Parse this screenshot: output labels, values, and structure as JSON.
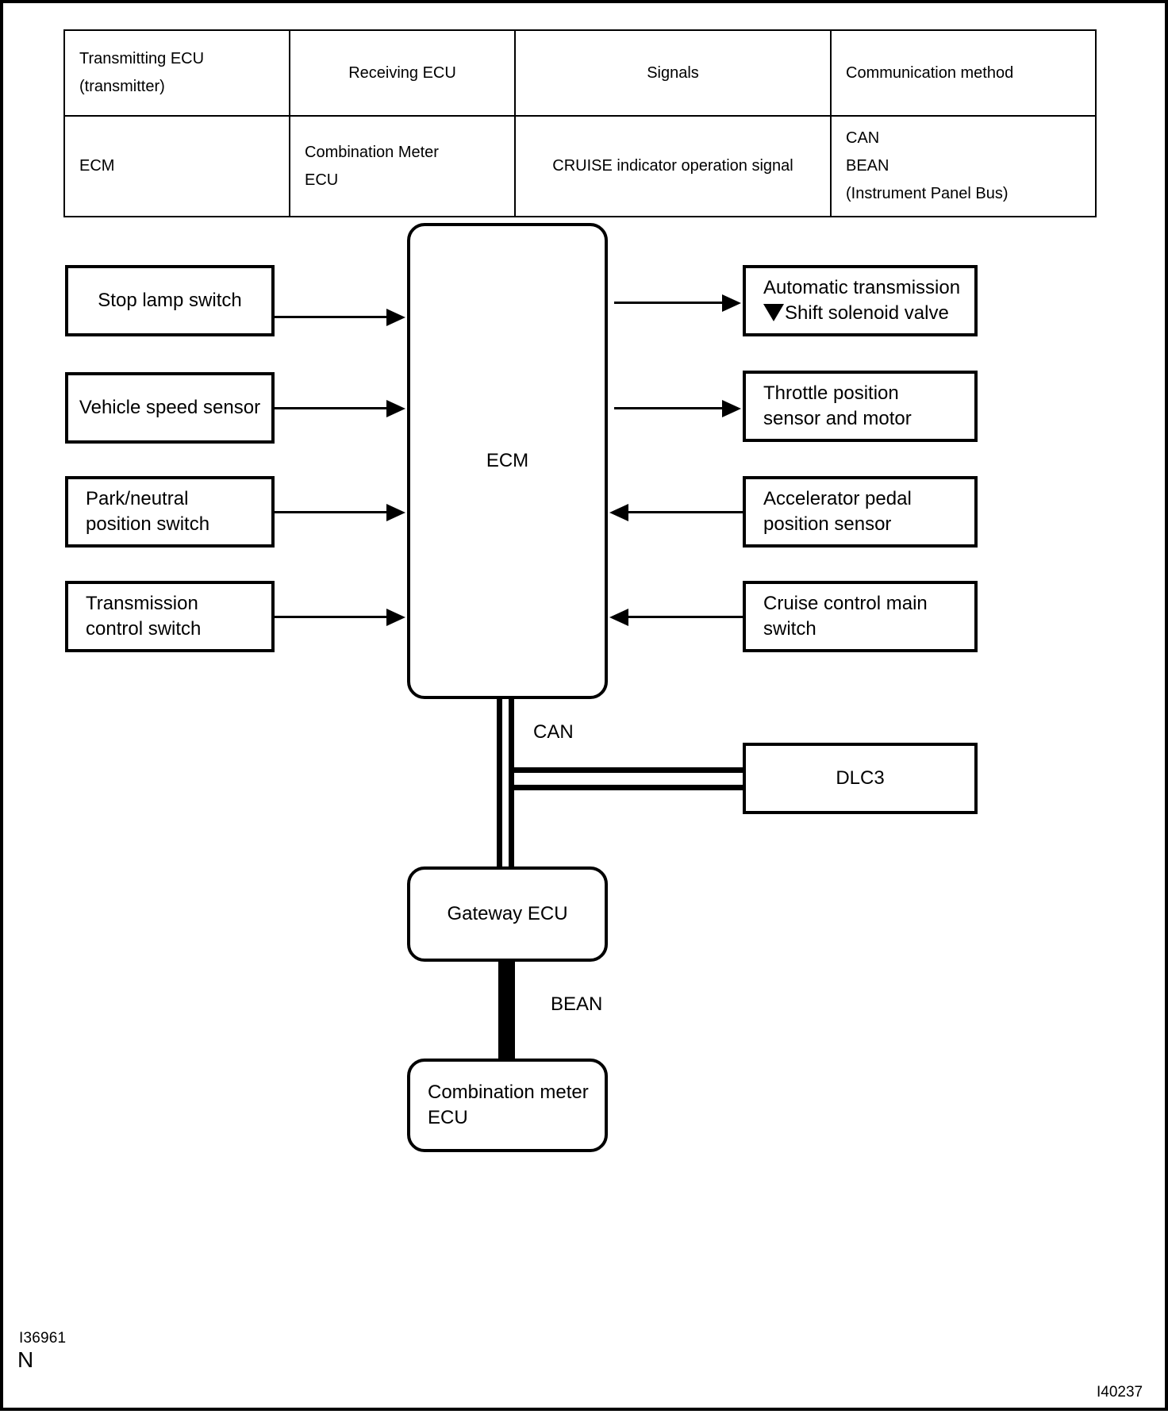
{
  "table": {
    "headers": [
      "Transmitting ECU\n(transmitter)",
      "Receiving ECU",
      "Signals",
      "Communication method"
    ],
    "header_line1": "Transmitting ECU",
    "header_line2": "(transmitter)",
    "header_receiving": "Receiving ECU",
    "header_signals": "Signals",
    "header_method": "Communication method",
    "row": {
      "transmitting_ecu": "ECM",
      "receiving_ecu_line1": "Combination   Meter",
      "receiving_ecu_line2": "ECU",
      "signals": "CRUISE indicator operation signal",
      "method_line1": "CAN",
      "method_line2": "BEAN",
      "method_line3": "(Instrument Panel Bus)"
    }
  },
  "diagram": {
    "center": {
      "ecm": "ECM",
      "gateway_ecu": "Gateway ECU",
      "combination_meter_line1": "Combination meter",
      "combination_meter_line2": "ECU"
    },
    "inputs_left": [
      {
        "label": "Stop lamp switch",
        "lines": [
          "Stop lamp switch"
        ],
        "direction": "to-ecm"
      },
      {
        "label": "Vehicle speed sensor",
        "lines": [
          "Vehicle speed sensor"
        ],
        "direction": "to-ecm"
      },
      {
        "label": "Park/neutral position switch",
        "lines": [
          "Park/neutral",
          "position switch"
        ],
        "direction": "to-ecm"
      },
      {
        "label": "Transmission control switch",
        "lines": [
          "Transmission",
          "control switch"
        ],
        "direction": "to-ecm"
      }
    ],
    "right_nodes": [
      {
        "label": "Automatic transmission Shift solenoid valve",
        "lines": [
          "Automatic transmission",
          "Shift solenoid valve"
        ],
        "direction": "from-ecm",
        "glyph": "triangle-down-icon"
      },
      {
        "label": "Throttle position sensor and motor",
        "lines": [
          "Throttle position",
          "sensor and motor"
        ],
        "direction": "from-ecm"
      },
      {
        "label": "Accelerator pedal position sensor",
        "lines": [
          "Accelerator pedal",
          "position sensor"
        ],
        "direction": "to-ecm"
      },
      {
        "label": "Cruise control main switch",
        "lines": [
          "Cruise control main",
          "switch"
        ],
        "direction": "to-ecm"
      }
    ],
    "dlc3": "DLC3",
    "bus_labels": {
      "can": "CAN",
      "bean": "BEAN"
    }
  },
  "footer": {
    "code": "I36961",
    "letter": "N",
    "right_code": "I40237"
  }
}
